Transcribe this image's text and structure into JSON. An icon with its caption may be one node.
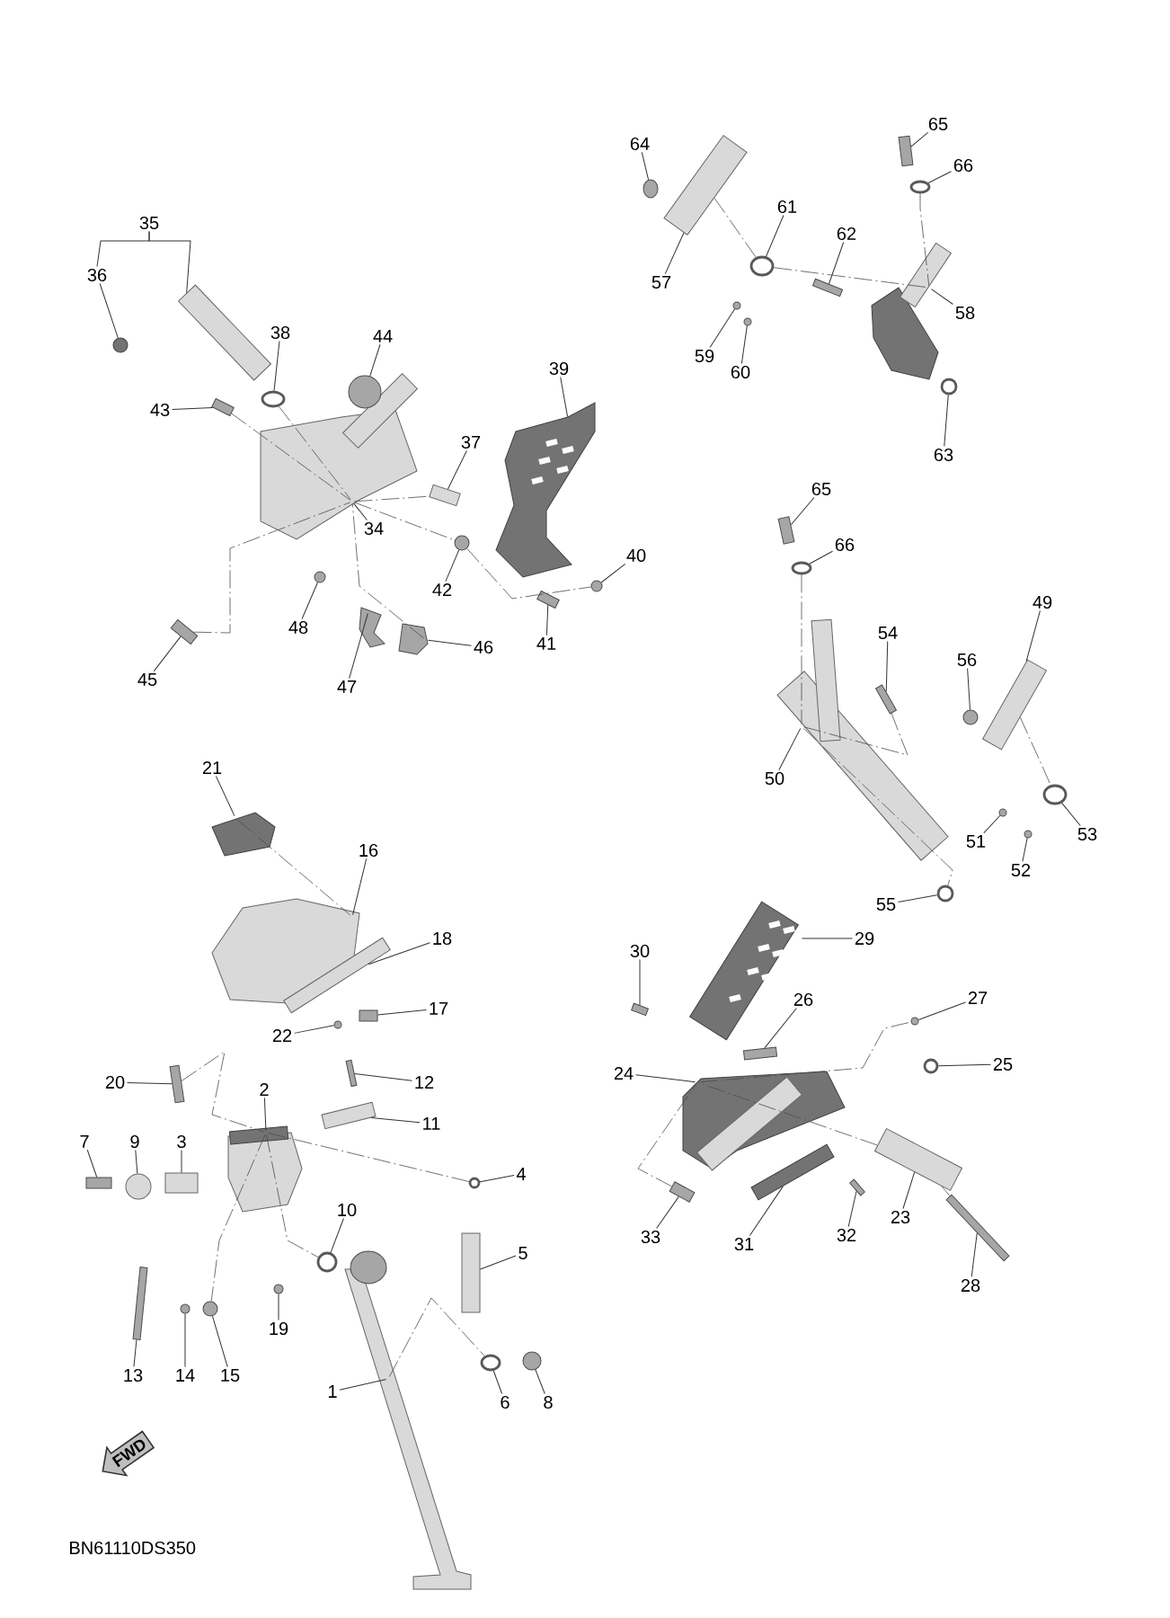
{
  "diagram": {
    "nodes": [
      {
        "text": [
          "1"
        ]
      },
      {
        "text": [
          "2"
        ]
      },
      {
        "text": [
          "3"
        ]
      },
      {
        "text": [
          "4"
        ]
      },
      {
        "text": [
          "5"
        ]
      },
      {
        "text": [
          "6"
        ]
      },
      {
        "text": [
          "7"
        ]
      },
      {
        "text": [
          "8"
        ]
      },
      {
        "text": [
          "9"
        ]
      },
      {
        "text": [
          "10"
        ]
      },
      {
        "text": [
          "11"
        ]
      },
      {
        "text": [
          "12"
        ]
      },
      {
        "text": [
          "13"
        ]
      },
      {
        "text": [
          "14"
        ]
      },
      {
        "text": [
          "15"
        ]
      },
      {
        "text": [
          "16"
        ]
      },
      {
        "text": [
          "17"
        ]
      },
      {
        "text": [
          "18"
        ]
      },
      {
        "text": [
          "19"
        ]
      },
      {
        "text": [
          "20"
        ]
      },
      {
        "text": [
          "21"
        ]
      },
      {
        "text": [
          "22"
        ]
      },
      {
        "text": [
          "23"
        ]
      },
      {
        "text": [
          "24"
        ]
      },
      {
        "text": [
          "25"
        ]
      },
      {
        "text": [
          "26"
        ]
      },
      {
        "text": [
          "27"
        ]
      },
      {
        "text": [
          "28"
        ]
      },
      {
        "text": [
          "29"
        ]
      },
      {
        "text": [
          "30"
        ]
      },
      {
        "text": [
          "31"
        ]
      },
      {
        "text": [
          "32"
        ]
      },
      {
        "text": [
          "33"
        ]
      },
      {
        "text": [
          "34"
        ]
      },
      {
        "text": [
          "35"
        ]
      },
      {
        "text": [
          "36"
        ]
      },
      {
        "text": [
          "37"
        ]
      },
      {
        "text": [
          "38"
        ]
      },
      {
        "text": [
          "39"
        ]
      },
      {
        "text": [
          "40"
        ]
      },
      {
        "text": [
          "41"
        ]
      },
      {
        "text": [
          "42"
        ]
      },
      {
        "text": [
          "43"
        ]
      },
      {
        "text": [
          "44"
        ]
      },
      {
        "text": [
          "45"
        ]
      },
      {
        "text": [
          "46"
        ]
      },
      {
        "text": [
          "47"
        ]
      },
      {
        "text": [
          "48"
        ]
      },
      {
        "text": [
          "49"
        ]
      },
      {
        "text": [
          "50"
        ]
      },
      {
        "text": [
          "51"
        ]
      },
      {
        "text": [
          "52"
        ]
      },
      {
        "text": [
          "53"
        ]
      },
      {
        "text": [
          "54"
        ]
      },
      {
        "text": [
          "55"
        ]
      },
      {
        "text": [
          "56"
        ]
      },
      {
        "text": [
          "57"
        ]
      },
      {
        "text": [
          "58"
        ]
      },
      {
        "text": [
          "59"
        ]
      },
      {
        "text": [
          "60"
        ]
      },
      {
        "text": [
          "61"
        ]
      },
      {
        "text": [
          "62"
        ]
      },
      {
        "text": [
          "63"
        ]
      },
      {
        "text": [
          "64"
        ]
      },
      {
        "text": [
          "65"
        ]
      },
      {
        "text": [
          "66"
        ]
      },
      {
        "text": [
          "65"
        ]
      },
      {
        "text": [
          "66"
        ]
      },
      {
        "text": [
          "FWD"
        ]
      },
      {
        "text": [],
        "shape": "box"
      },
      {
        "text": [],
        "shape": "box"
      },
      {
        "text": [],
        "shape": "bar"
      },
      {
        "text": [],
        "shape": "circle"
      },
      {
        "text": [],
        "shape": "bar"
      },
      {
        "text": [],
        "shape": "circle"
      },
      {
        "text": [],
        "shape": "bar"
      },
      {
        "text": [],
        "shape": "circle"
      },
      {
        "text": [],
        "shape": "circle"
      },
      {
        "text": [],
        "shape": "circle"
      },
      {
        "text": [],
        "shape": "bar"
      },
      {
        "text": [],
        "shape": "bar"
      },
      {
        "text": [],
        "shape": "bar"
      },
      {
        "text": [],
        "shape": "circle"
      },
      {
        "text": [],
        "shape": "circle"
      },
      {
        "text": [],
        "shape": "box"
      },
      {
        "text": [],
        "shape": "bar"
      },
      {
        "text": [],
        "shape": "bar"
      },
      {
        "text": [],
        "shape": "circle"
      },
      {
        "text": [],
        "shape": "bar"
      },
      {
        "text": [],
        "shape": "box"
      },
      {
        "text": [],
        "shape": "circle"
      },
      {
        "text": [],
        "shape": "bar"
      },
      {
        "text": [],
        "shape": "box"
      },
      {
        "text": [],
        "shape": "circle"
      },
      {
        "text": [],
        "shape": "bar"
      },
      {
        "text": [],
        "shape": "circle"
      },
      {
        "text": [],
        "shape": "bar"
      },
      {
        "text": [],
        "shape": "box"
      },
      {
        "text": [],
        "shape": "bar"
      },
      {
        "text": [],
        "shape": "bar"
      },
      {
        "text": [],
        "shape": "bar"
      },
      {
        "text": [],
        "shape": "bar"
      },
      {
        "text": [],
        "shape": "box"
      },
      {
        "text": [],
        "shape": "bar"
      },
      {
        "text": [],
        "shape": "circle"
      },
      {
        "text": [],
        "shape": "bar"
      },
      {
        "text": [],
        "shape": "circle"
      },
      {
        "text": [],
        "shape": "box"
      },
      {
        "text": [],
        "shape": "circle"
      },
      {
        "text": [],
        "shape": "bar"
      },
      {
        "text": [],
        "shape": "circle"
      },
      {
        "text": [],
        "shape": "bar"
      },
      {
        "text": [],
        "shape": "circle"
      },
      {
        "text": [],
        "shape": "bar"
      },
      {
        "text": [],
        "shape": "box"
      },
      {
        "text": [],
        "shape": "box"
      },
      {
        "text": [],
        "shape": "circle"
      },
      {
        "text": [],
        "shape": "bar"
      },
      {
        "text": [],
        "shape": "box"
      },
      {
        "text": [],
        "shape": "circle"
      },
      {
        "text": [],
        "shape": "circle"
      },
      {
        "text": [],
        "shape": "circle"
      },
      {
        "text": [],
        "shape": "bar"
      },
      {
        "text": [],
        "shape": "circle"
      },
      {
        "text": [],
        "shape": "circle"
      },
      {
        "text": [],
        "shape": "bar"
      },
      {
        "text": [],
        "shape": "box"
      },
      {
        "text": [],
        "shape": "circle"
      },
      {
        "text": [],
        "shape": "circle"
      },
      {
        "text": [],
        "shape": "circle"
      },
      {
        "text": [],
        "shape": "bar"
      },
      {
        "text": [],
        "shape": "circle"
      },
      {
        "text": [],
        "shape": "circle"
      },
      {
        "text": [],
        "shape": "bar"
      },
      {
        "text": [],
        "shape": "circle"
      },
      {
        "text": [],
        "shape": "bar"
      },
      {
        "text": [],
        "shape": "circle"
      }
    ],
    "edges": [
      {
        "from": 0,
        "to": 69,
        "arrow": "none"
      },
      {
        "from": 1,
        "to": 70,
        "arrow": "none"
      },
      {
        "from": 2,
        "to": 71,
        "arrow": "none"
      },
      {
        "from": 3,
        "to": 72,
        "arrow": "none"
      },
      {
        "from": 4,
        "to": 73,
        "arrow": "none"
      },
      {
        "from": 5,
        "to": 74,
        "arrow": "none"
      },
      {
        "from": 6,
        "to": 75,
        "arrow": "none"
      },
      {
        "from": 7,
        "to": 76,
        "arrow": "none"
      },
      {
        "from": 8,
        "to": 77,
        "arrow": "none"
      },
      {
        "from": 9,
        "to": 78,
        "arrow": "none"
      },
      {
        "from": 10,
        "to": 79,
        "arrow": "none"
      },
      {
        "from": 11,
        "to": 80,
        "arrow": "none"
      },
      {
        "from": 12,
        "to": 81,
        "arrow": "none"
      },
      {
        "from": 13,
        "to": 82,
        "arrow": "none"
      },
      {
        "from": 14,
        "to": 83,
        "arrow": "none"
      },
      {
        "from": 15,
        "to": 84,
        "arrow": "none"
      },
      {
        "from": 16,
        "to": 85,
        "arrow": "none"
      },
      {
        "from": 17,
        "to": 86,
        "arrow": "none"
      },
      {
        "from": 18,
        "to": 87,
        "arrow": "none"
      },
      {
        "from": 19,
        "to": 88,
        "arrow": "none"
      },
      {
        "from": 20,
        "to": 89,
        "arrow": "none"
      },
      {
        "from": 21,
        "to": 90,
        "arrow": "none"
      },
      {
        "from": 22,
        "to": 91,
        "arrow": "none"
      },
      {
        "from": 23,
        "to": 92,
        "arrow": "none"
      },
      {
        "from": 24,
        "to": 93,
        "arrow": "none"
      },
      {
        "from": 25,
        "to": 94,
        "arrow": "none"
      },
      {
        "from": 26,
        "to": 95,
        "arrow": "none"
      },
      {
        "from": 27,
        "to": 96,
        "arrow": "none"
      },
      {
        "from": 28,
        "to": 97,
        "arrow": "none"
      },
      {
        "from": 29,
        "to": 98,
        "arrow": "none"
      },
      {
        "from": 30,
        "to": 99,
        "arrow": "none"
      },
      {
        "from": 31,
        "to": 100,
        "arrow": "none"
      },
      {
        "from": 32,
        "to": 101,
        "arrow": "none"
      },
      {
        "from": 33,
        "to": 102,
        "arrow": "none"
      },
      {
        "from": 34,
        "to": 103,
        "arrow": "none"
      },
      {
        "from": 35,
        "to": 104,
        "arrow": "none"
      },
      {
        "from": 36,
        "to": 105,
        "arrow": "none"
      },
      {
        "from": 37,
        "to": 106,
        "arrow": "none"
      },
      {
        "from": 38,
        "to": 107,
        "arrow": "none"
      },
      {
        "from": 39,
        "to": 108,
        "arrow": "none"
      },
      {
        "from": 40,
        "to": 109,
        "arrow": "none"
      },
      {
        "from": 41,
        "to": 110,
        "arrow": "none"
      },
      {
        "from": 42,
        "to": 111,
        "arrow": "none"
      },
      {
        "from": 43,
        "to": 112,
        "arrow": "none"
      },
      {
        "from": 44,
        "to": 113,
        "arrow": "none"
      },
      {
        "from": 45,
        "to": 114,
        "arrow": "none"
      },
      {
        "from": 46,
        "to": 115,
        "arrow": "none"
      },
      {
        "from": 47,
        "to": 116,
        "arrow": "none"
      },
      {
        "from": 48,
        "to": 117,
        "arrow": "none"
      },
      {
        "from": 49,
        "to": 118,
        "arrow": "none"
      },
      {
        "from": 50,
        "to": 119,
        "arrow": "none"
      },
      {
        "from": 51,
        "to": 120,
        "arrow": "none"
      },
      {
        "from": 52,
        "to": 121,
        "arrow": "none"
      },
      {
        "from": 53,
        "to": 122,
        "arrow": "none"
      },
      {
        "from": 54,
        "to": 123,
        "arrow": "none"
      },
      {
        "from": 55,
        "to": 124,
        "arrow": "none"
      },
      {
        "from": 56,
        "to": 125,
        "arrow": "none"
      },
      {
        "from": 57,
        "to": 126,
        "arrow": "none"
      },
      {
        "from": 58,
        "to": 127,
        "arrow": "none"
      },
      {
        "from": 59,
        "to": 128,
        "arrow": "none"
      },
      {
        "from": 60,
        "to": 129,
        "arrow": "none"
      },
      {
        "from": 61,
        "to": 130,
        "arrow": "none"
      },
      {
        "from": 62,
        "to": 131,
        "arrow": "none"
      },
      {
        "from": 63,
        "to": 132,
        "arrow": "none"
      },
      {
        "from": 64,
        "to": 133,
        "arrow": "none"
      },
      {
        "from": 65,
        "to": 134,
        "arrow": "none"
      },
      {
        "from": 66,
        "to": 135,
        "arrow": "none"
      },
      {
        "from": 67,
        "to": 136,
        "arrow": "none"
      },
      {
        "from": 111,
        "to": 102,
        "arrow": "none",
        "style": "dashed"
      },
      {
        "from": 110,
        "to": 108,
        "arrow": "none",
        "style": "dashed"
      },
      {
        "from": 106,
        "to": 102,
        "arrow": "none",
        "style": "dashed"
      },
      {
        "from": 113,
        "to": 102,
        "arrow": "none",
        "style": "dashed"
      },
      {
        "from": 114,
        "to": 102,
        "arrow": "none",
        "style": "dashed"
      },
      {
        "from": 125,
        "to": 129,
        "arrow": "none",
        "style": "dashed"
      },
      {
        "from": 129,
        "to": 126,
        "arrow": "none",
        "style": "dashed"
      },
      {
        "from": 134,
        "to": 126,
        "arrow": "none",
        "style": "dashed"
      },
      {
        "from": 136,
        "to": 118,
        "arrow": "none",
        "style": "dashed"
      },
      {
        "from": 122,
        "to": 118,
        "arrow": "none",
        "style": "dashed"
      },
      {
        "from": 118,
        "to": 123,
        "arrow": "none",
        "style": "dashed"
      },
      {
        "from": 117,
        "to": 121,
        "arrow": "none",
        "style": "dashed"
      },
      {
        "from": 89,
        "to": 84,
        "arrow": "none",
        "style": "dashed"
      },
      {
        "from": 88,
        "to": 70,
        "arrow": "none",
        "style": "dashed"
      },
      {
        "from": 70,
        "to": 72,
        "arrow": "none",
        "style": "dashed"
      },
      {
        "from": 70,
        "to": 78,
        "arrow": "none",
        "style": "dashed"
      },
      {
        "from": 69,
        "to": 74,
        "arrow": "none",
        "style": "dashed"
      },
      {
        "from": 70,
        "to": 83,
        "arrow": "none",
        "style": "dashed"
      },
      {
        "from": 101,
        "to": 92,
        "arrow": "none",
        "style": "dashed"
      },
      {
        "from": 92,
        "to": 95,
        "arrow": "none",
        "style": "dashed"
      },
      {
        "from": 91,
        "to": 92,
        "arrow": "none",
        "style": "dashed"
      },
      {
        "from": 96,
        "to": 91,
        "arrow": "none",
        "style": "dashed"
      },
      {
        "from": 102,
        "to": 110,
        "arrow": "none",
        "style": "dashed"
      },
      {
        "from": 102,
        "to": 105,
        "arrow": "none",
        "style": "dashed"
      },
      {
        "from": 34,
        "to": 35,
        "arrow": "none"
      }
    ],
    "labels": [
      "BN61110DS350"
    ]
  }
}
